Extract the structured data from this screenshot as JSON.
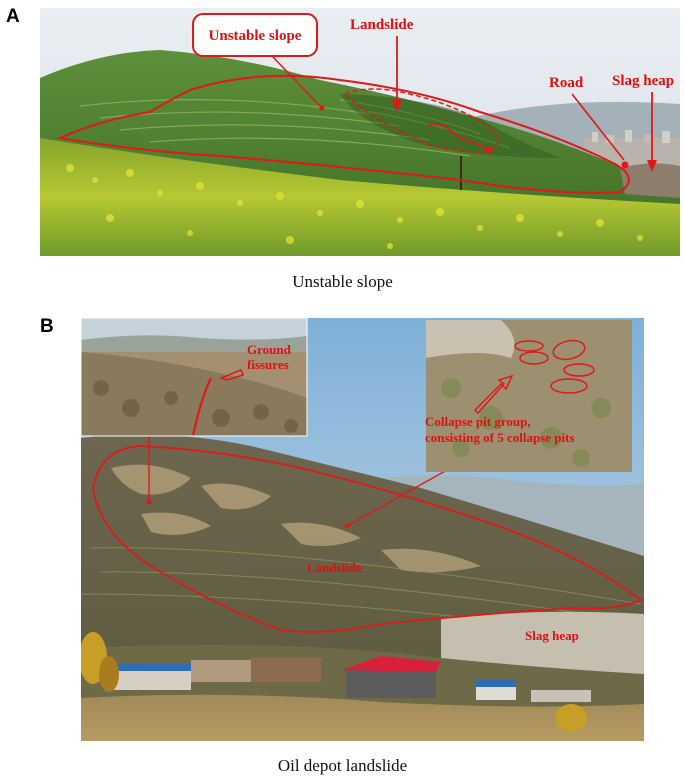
{
  "panel_a": {
    "letter": "A",
    "caption": "Unstable slope",
    "labels": {
      "unstable_slope": "Unstable slope",
      "landslide": "Landslide",
      "road": "Road",
      "slag_heap": "Slag heap"
    }
  },
  "panel_b": {
    "letter": "B",
    "caption": "Oil depot landslide",
    "labels": {
      "ground_fissures_line1": "Ground",
      "ground_fissures_line2": "fissures",
      "collapse_line1": "Collapse pit group,",
      "collapse_line2": "consisting of 5 collapse pits",
      "landslide": "Landslide",
      "slag_heap": "Slag heap"
    }
  },
  "colors": {
    "annotation_red": "#e01818",
    "grass_green": "#4f8a2c",
    "rapeseed_yellow": "#c9cf2a",
    "sky_blue": "#9cc0dc",
    "barren_slope": "#7a6a52"
  }
}
